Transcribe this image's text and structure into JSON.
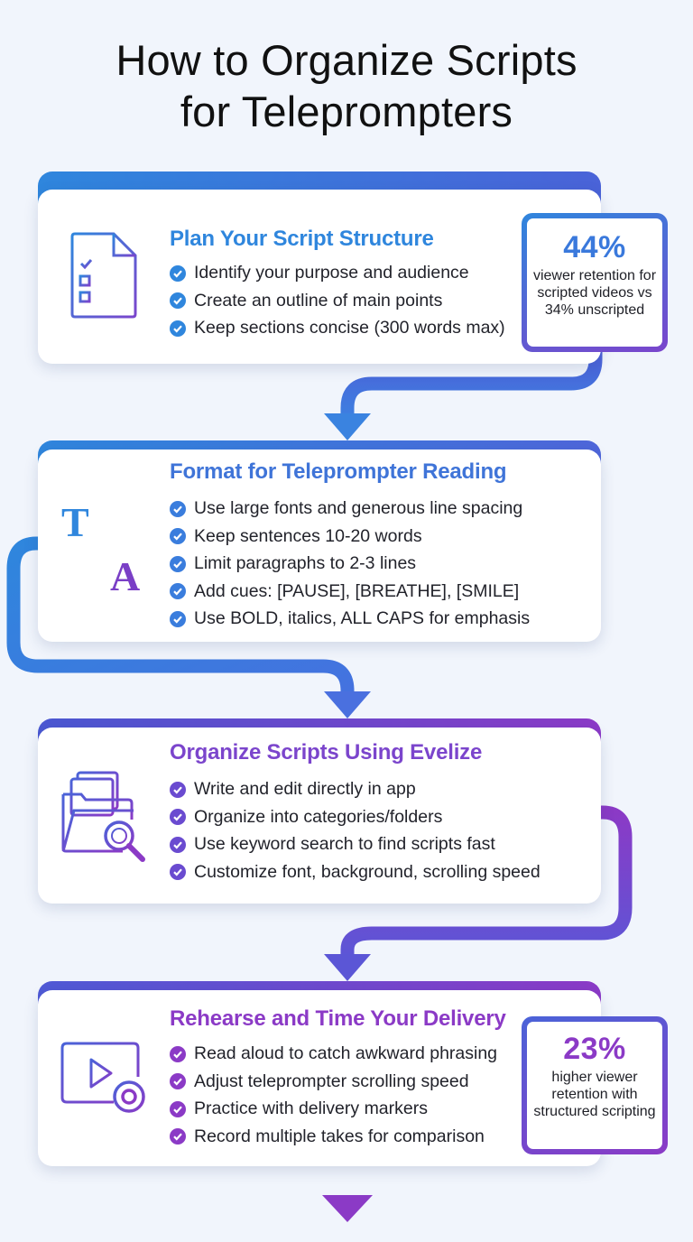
{
  "title_lines": [
    "How to Organize Scripts",
    "for Teleprompters"
  ],
  "colors": {
    "blue": "#2e86de",
    "indigo": "#4a63d8",
    "purple": "#8b3ac6",
    "background": "#f1f5fc"
  },
  "steps": [
    {
      "heading": "Plan Your Script Structure",
      "icon": "checklist-document-icon",
      "items": [
        "Identify your purpose and audience",
        "Create an outline of main points",
        "Keep sections concise (300 words max)"
      ]
    },
    {
      "heading": "Format for Teleprompter Reading",
      "icon": "text-format-icon",
      "items": [
        "Use large fonts and generous line spacing",
        "Keep sentences 10-20 words",
        "Limit paragraphs to 2-3 lines",
        "Add cues: [PAUSE], [BREATHE], [SMILE]",
        "Use BOLD, italics, ALL CAPS for emphasis"
      ]
    },
    {
      "heading": "Organize Scripts Using Evelize",
      "icon": "folder-search-icon",
      "items": [
        "Write and edit directly in app",
        "Organize into categories/folders",
        "Use keyword search to find scripts fast",
        "Customize font, background, scrolling speed"
      ]
    },
    {
      "heading": "Rehearse and Time Your Delivery",
      "icon": "video-play-icon",
      "items": [
        "Read aloud to catch awkward phrasing",
        "Adjust teleprompter scrolling speed",
        "Practice with delivery markers",
        "Record multiple takes for comparison"
      ]
    }
  ],
  "stats": [
    {
      "value": "44%",
      "label": "viewer retention for scripted videos vs 34% unscripted"
    },
    {
      "value": "23%",
      "label": "higher viewer retention with structured scripting"
    }
  ]
}
